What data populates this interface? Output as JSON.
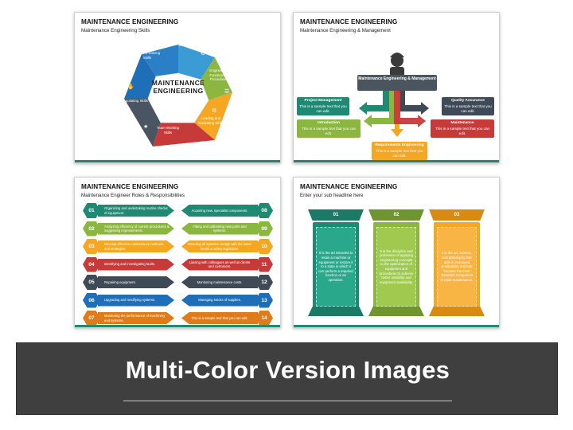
{
  "slides": {
    "s1": {
      "title": "MAINTENANCE ENGINEERING",
      "subtitle": "Maintenance Engineering Skills",
      "center": "MAINTENANCE ENGINEERING",
      "segments": [
        {
          "label": "Business Skills",
          "color": "#3a9bd5"
        },
        {
          "label": "Engineering Functions & Procedures",
          "color": "#8bb63f"
        },
        {
          "label": "Leading and Motivating Skills",
          "color": "#f5a623"
        },
        {
          "label": "Team Working Skills",
          "color": "#c73a3a"
        },
        {
          "label": "Negotiating Skills",
          "color": "#4a5563"
        },
        {
          "label": "Problem-Solving Skills",
          "color": "#1f6fb8"
        }
      ]
    },
    "s2": {
      "title": "MAINTENANCE ENGINEERING",
      "subtitle": "Maintenance Engineering & Management",
      "banner": "Maintenance Engineering & Management",
      "boxes": [
        {
          "heading": "Project Management",
          "text": "This is a sample text that you can edit.",
          "color": "#1f8a74"
        },
        {
          "heading": "Introduction",
          "text": "This is a sample text that you can edit.",
          "color": "#8bb63f"
        },
        {
          "heading": "Requirements Engineering",
          "text": "This is a sample text that you can edit.",
          "color": "#f5a623"
        },
        {
          "heading": "Quality Assurance",
          "text": "This is a sample text that you can edit.",
          "color": "#3f4a57"
        },
        {
          "heading": "Maintenance",
          "text": "This is a sample text that you can edit.",
          "color": "#c73a3a"
        }
      ]
    },
    "s3": {
      "title": "MAINTENANCE ENGINEERING",
      "subtitle": "Maintenance Engineer Roles & Responsibilities",
      "left": [
        {
          "num": "01",
          "text": "Organizing and undertaking routine checks of equipment.",
          "color": "#1f8a74"
        },
        {
          "num": "02",
          "text": "Analyzing efficiency of current procedures & suggesting improvements.",
          "color": "#8bb63f"
        },
        {
          "num": "03",
          "text": "Develop effective maintenance methods and strategies.",
          "color": "#f5a623"
        },
        {
          "num": "04",
          "text": "Identifying and investigating faults.",
          "color": "#c73a3a"
        },
        {
          "num": "05",
          "text": "Repairing equipment.",
          "color": "#3f4a57"
        },
        {
          "num": "06",
          "text": "Upgrading and modifying systems.",
          "color": "#1f6fb8"
        },
        {
          "num": "07",
          "text": "Monitoring the performance of machinery and systems.",
          "color": "#e07b1a"
        }
      ],
      "right": [
        {
          "num": "08",
          "text": "Acquiring new, specialist components.",
          "color": "#1f8a74"
        },
        {
          "num": "09",
          "text": "Fitting and calibrating new parts and systems.",
          "color": "#8bb63f"
        },
        {
          "num": "10",
          "text": "Ensuring all systems comply with the latest health & safety legislation.",
          "color": "#f5a623"
        },
        {
          "num": "11",
          "text": "Liaising with colleagues as well as clients and customers.",
          "color": "#c73a3a"
        },
        {
          "num": "12",
          "text": "Monitoring maintenance costs.",
          "color": "#3f4a57"
        },
        {
          "num": "13",
          "text": "Managing stocks of supplies.",
          "color": "#1f6fb8"
        },
        {
          "num": "14",
          "text": "This is a sample text that you can edit.",
          "color": "#e07b1a"
        }
      ]
    },
    "s4": {
      "title": "MAINTENANCE ENGINEERING",
      "subtitle": "Enter your sub headline here",
      "columns": [
        {
          "num": "01",
          "text": "It is the art intended to retain a machine or equipment or restore it to a state in which it can perform a required function or an operation.",
          "cap": "#1a7a66",
          "body": "#1f8a74",
          "inner": "#2aa88c"
        },
        {
          "num": "02",
          "text": "It is the discipline and profession of applying engineering concepts to the optimization of equipment and procedures to achieve better reliability and equipment availability.",
          "cap": "#6f962e",
          "body": "#8bb63f",
          "inner": "#9fca4f"
        },
        {
          "num": "03",
          "text": "It is the art, science, and philosophy that aids in increased productivity and has become the most important component of plant maintenance.",
          "cap": "#d98a12",
          "body": "#f5a623",
          "inner": "#f8b543"
        }
      ]
    }
  },
  "banner": {
    "text": "Multi-Color Version Images"
  }
}
